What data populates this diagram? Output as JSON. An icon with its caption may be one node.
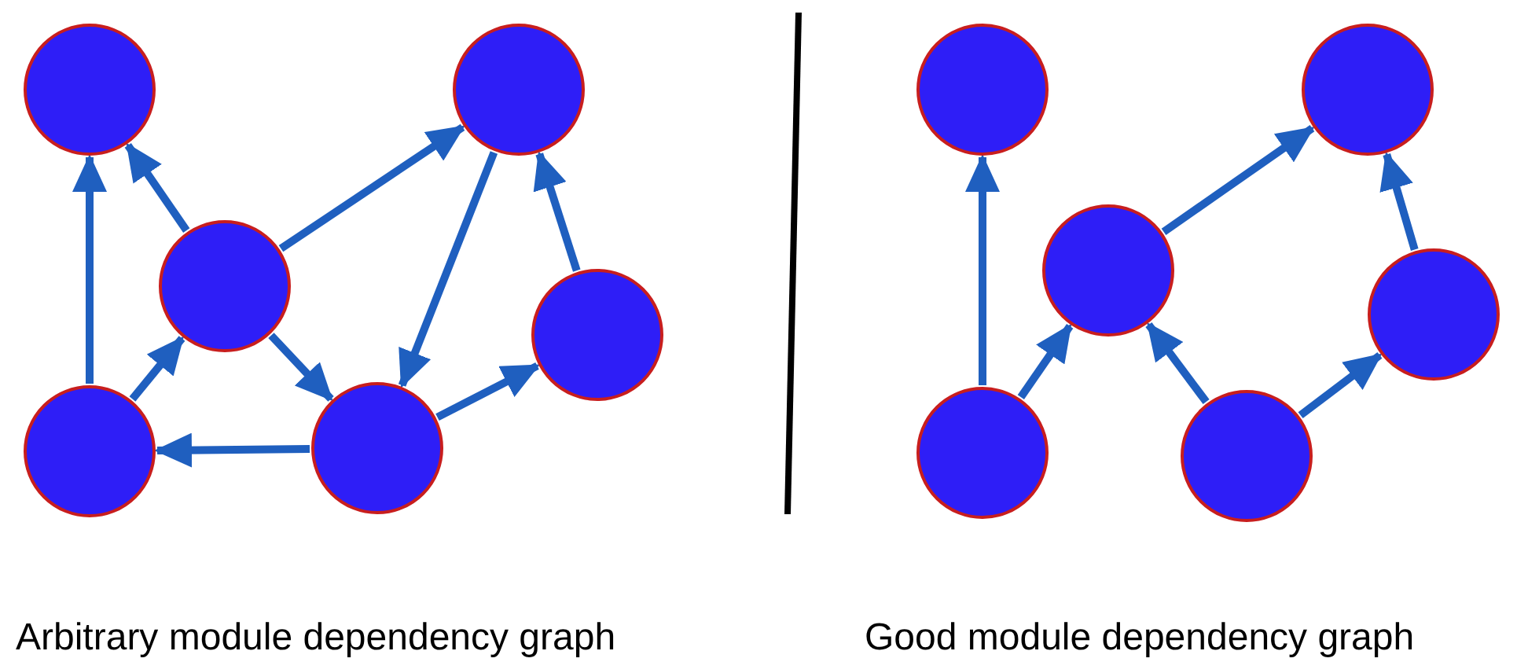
{
  "diagram": {
    "nodes": [
      {
        "text": [],
        "shape": "circle"
      },
      {
        "text": [],
        "shape": "circle"
      },
      {
        "text": [],
        "shape": "circle"
      },
      {
        "text": [],
        "shape": "circle"
      },
      {
        "text": [],
        "shape": "circle"
      },
      {
        "text": [],
        "shape": "circle"
      },
      {
        "text": [],
        "shape": "circle"
      },
      {
        "text": [],
        "shape": "circle"
      },
      {
        "text": [],
        "shape": "circle"
      },
      {
        "text": [],
        "shape": "circle"
      },
      {
        "text": [],
        "shape": "circle"
      },
      {
        "text": [],
        "shape": "circle"
      }
    ],
    "edges": [
      {
        "from": 4,
        "to": 0,
        "arrow": "to"
      },
      {
        "from": 2,
        "to": 0,
        "arrow": "to"
      },
      {
        "from": 2,
        "to": 1,
        "arrow": "to"
      },
      {
        "from": 1,
        "to": 5,
        "arrow": "to"
      },
      {
        "from": 3,
        "to": 1,
        "arrow": "to"
      },
      {
        "from": 4,
        "to": 2,
        "arrow": "to"
      },
      {
        "from": 2,
        "to": 5,
        "arrow": "to"
      },
      {
        "from": 5,
        "to": 4,
        "arrow": "to"
      },
      {
        "from": 5,
        "to": 3,
        "arrow": "to"
      },
      {
        "from": 10,
        "to": 6,
        "arrow": "to"
      },
      {
        "from": 10,
        "to": 8,
        "arrow": "to"
      },
      {
        "from": 8,
        "to": 7,
        "arrow": "to"
      },
      {
        "from": 9,
        "to": 7,
        "arrow": "to"
      },
      {
        "from": 11,
        "to": 8,
        "arrow": "to"
      },
      {
        "from": 11,
        "to": 9,
        "arrow": "to"
      }
    ],
    "labels": [
      "Arbitrary module dependency graph",
      "Good module dependency graph"
    ]
  }
}
